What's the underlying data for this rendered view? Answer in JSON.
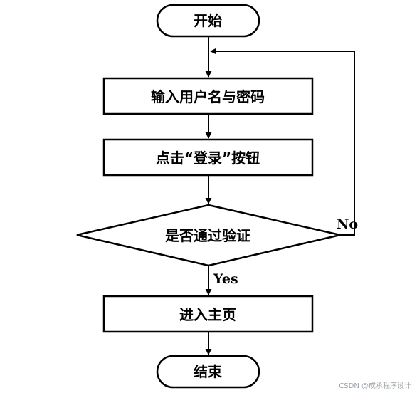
{
  "nodes": {
    "start": "开始",
    "input_credentials": "输入用户名与密码",
    "click_login": "点击“登录”按钮",
    "verify": "是否通过验证",
    "enter_home": "进入主页",
    "end": "结束"
  },
  "edges": {
    "yes_label": "Yes",
    "no_label": "No"
  },
  "watermark": "CSDN @成承程序设计"
}
